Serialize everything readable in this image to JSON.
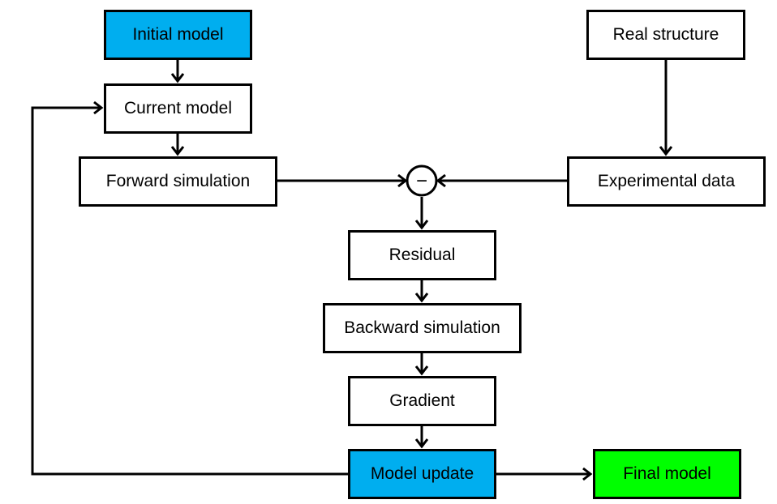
{
  "nodes": {
    "initial_model": "Initial model",
    "current_model": "Current model",
    "forward_simulation": "Forward simulation",
    "real_structure": "Real structure",
    "experimental_data": "Experimental data",
    "difference": "−",
    "residual": "Residual",
    "backward_simulation": "Backward simulation",
    "gradient": "Gradient",
    "model_update": "Model update",
    "final_model": "Final model"
  },
  "colors": {
    "initial_model": "#00aeef",
    "model_update": "#00aeef",
    "final_model": "#00ff00",
    "default_box": "#ffffff",
    "line": "#000000"
  }
}
